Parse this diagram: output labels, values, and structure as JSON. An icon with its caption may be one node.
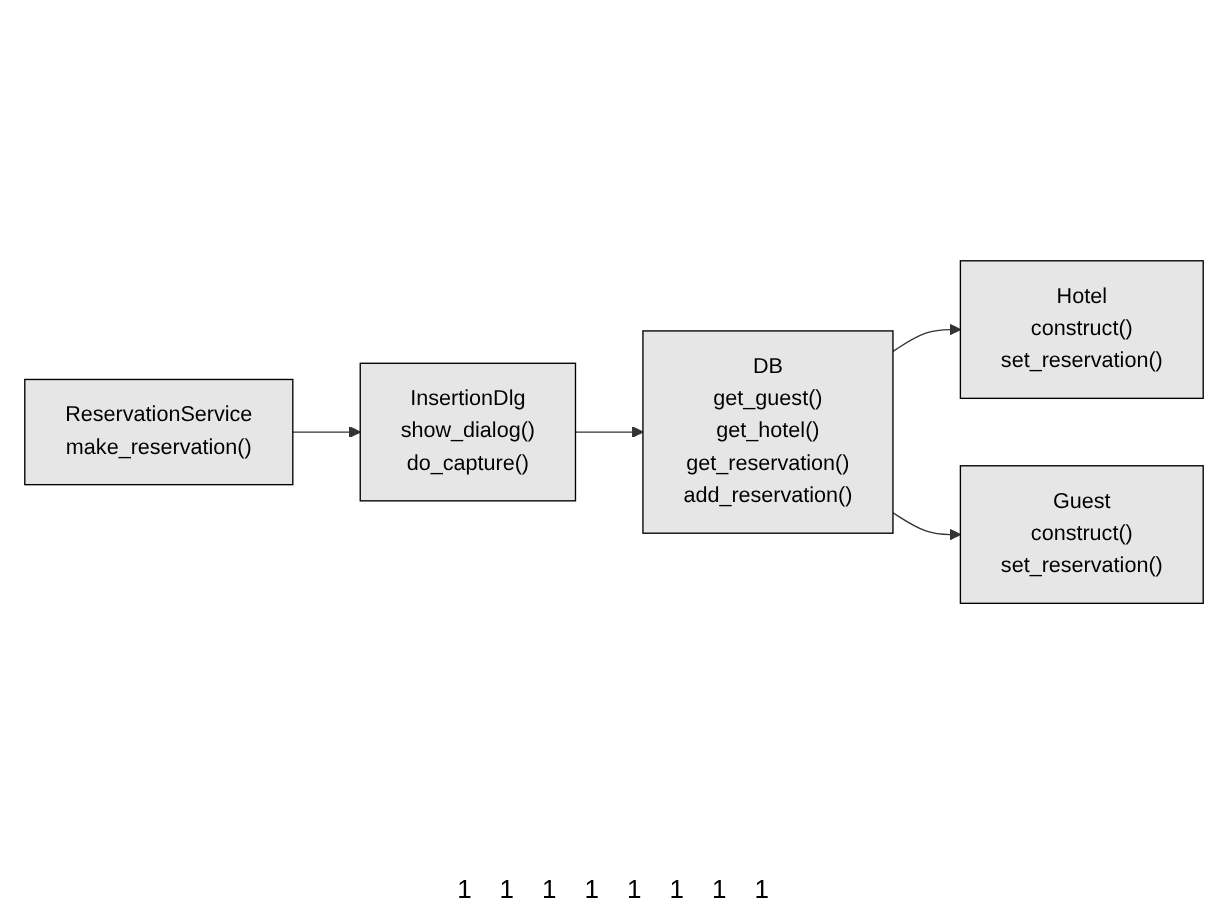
{
  "diagram": {
    "nodes": [
      {
        "text": [
          "ReservationService",
          "make_reservation()"
        ]
      },
      {
        "text": [
          "InsertionDlg",
          "show_dialog()",
          "do_capture()"
        ]
      },
      {
        "text": [
          "Hotel",
          "construct()",
          "set_reservation()"
        ]
      },
      {
        "text": [
          "DB",
          "get_guest()",
          "get_hotel()",
          "get_reservation()",
          "add_reservation()"
        ]
      },
      {
        "text": [
          "Guest",
          "construct()",
          "set_reservation()"
        ]
      }
    ],
    "edges": [
      {
        "from": 0,
        "to": 1,
        "arrow": "to"
      },
      {
        "from": 1,
        "to": 3,
        "arrow": "to"
      },
      {
        "from": 3,
        "to": 2,
        "arrow": "to"
      },
      {
        "from": 3,
        "to": 4,
        "arrow": "to"
      }
    ],
    "labels": [
      "1",
      "1",
      "1",
      "1",
      "1",
      "1",
      "1",
      "1"
    ]
  }
}
